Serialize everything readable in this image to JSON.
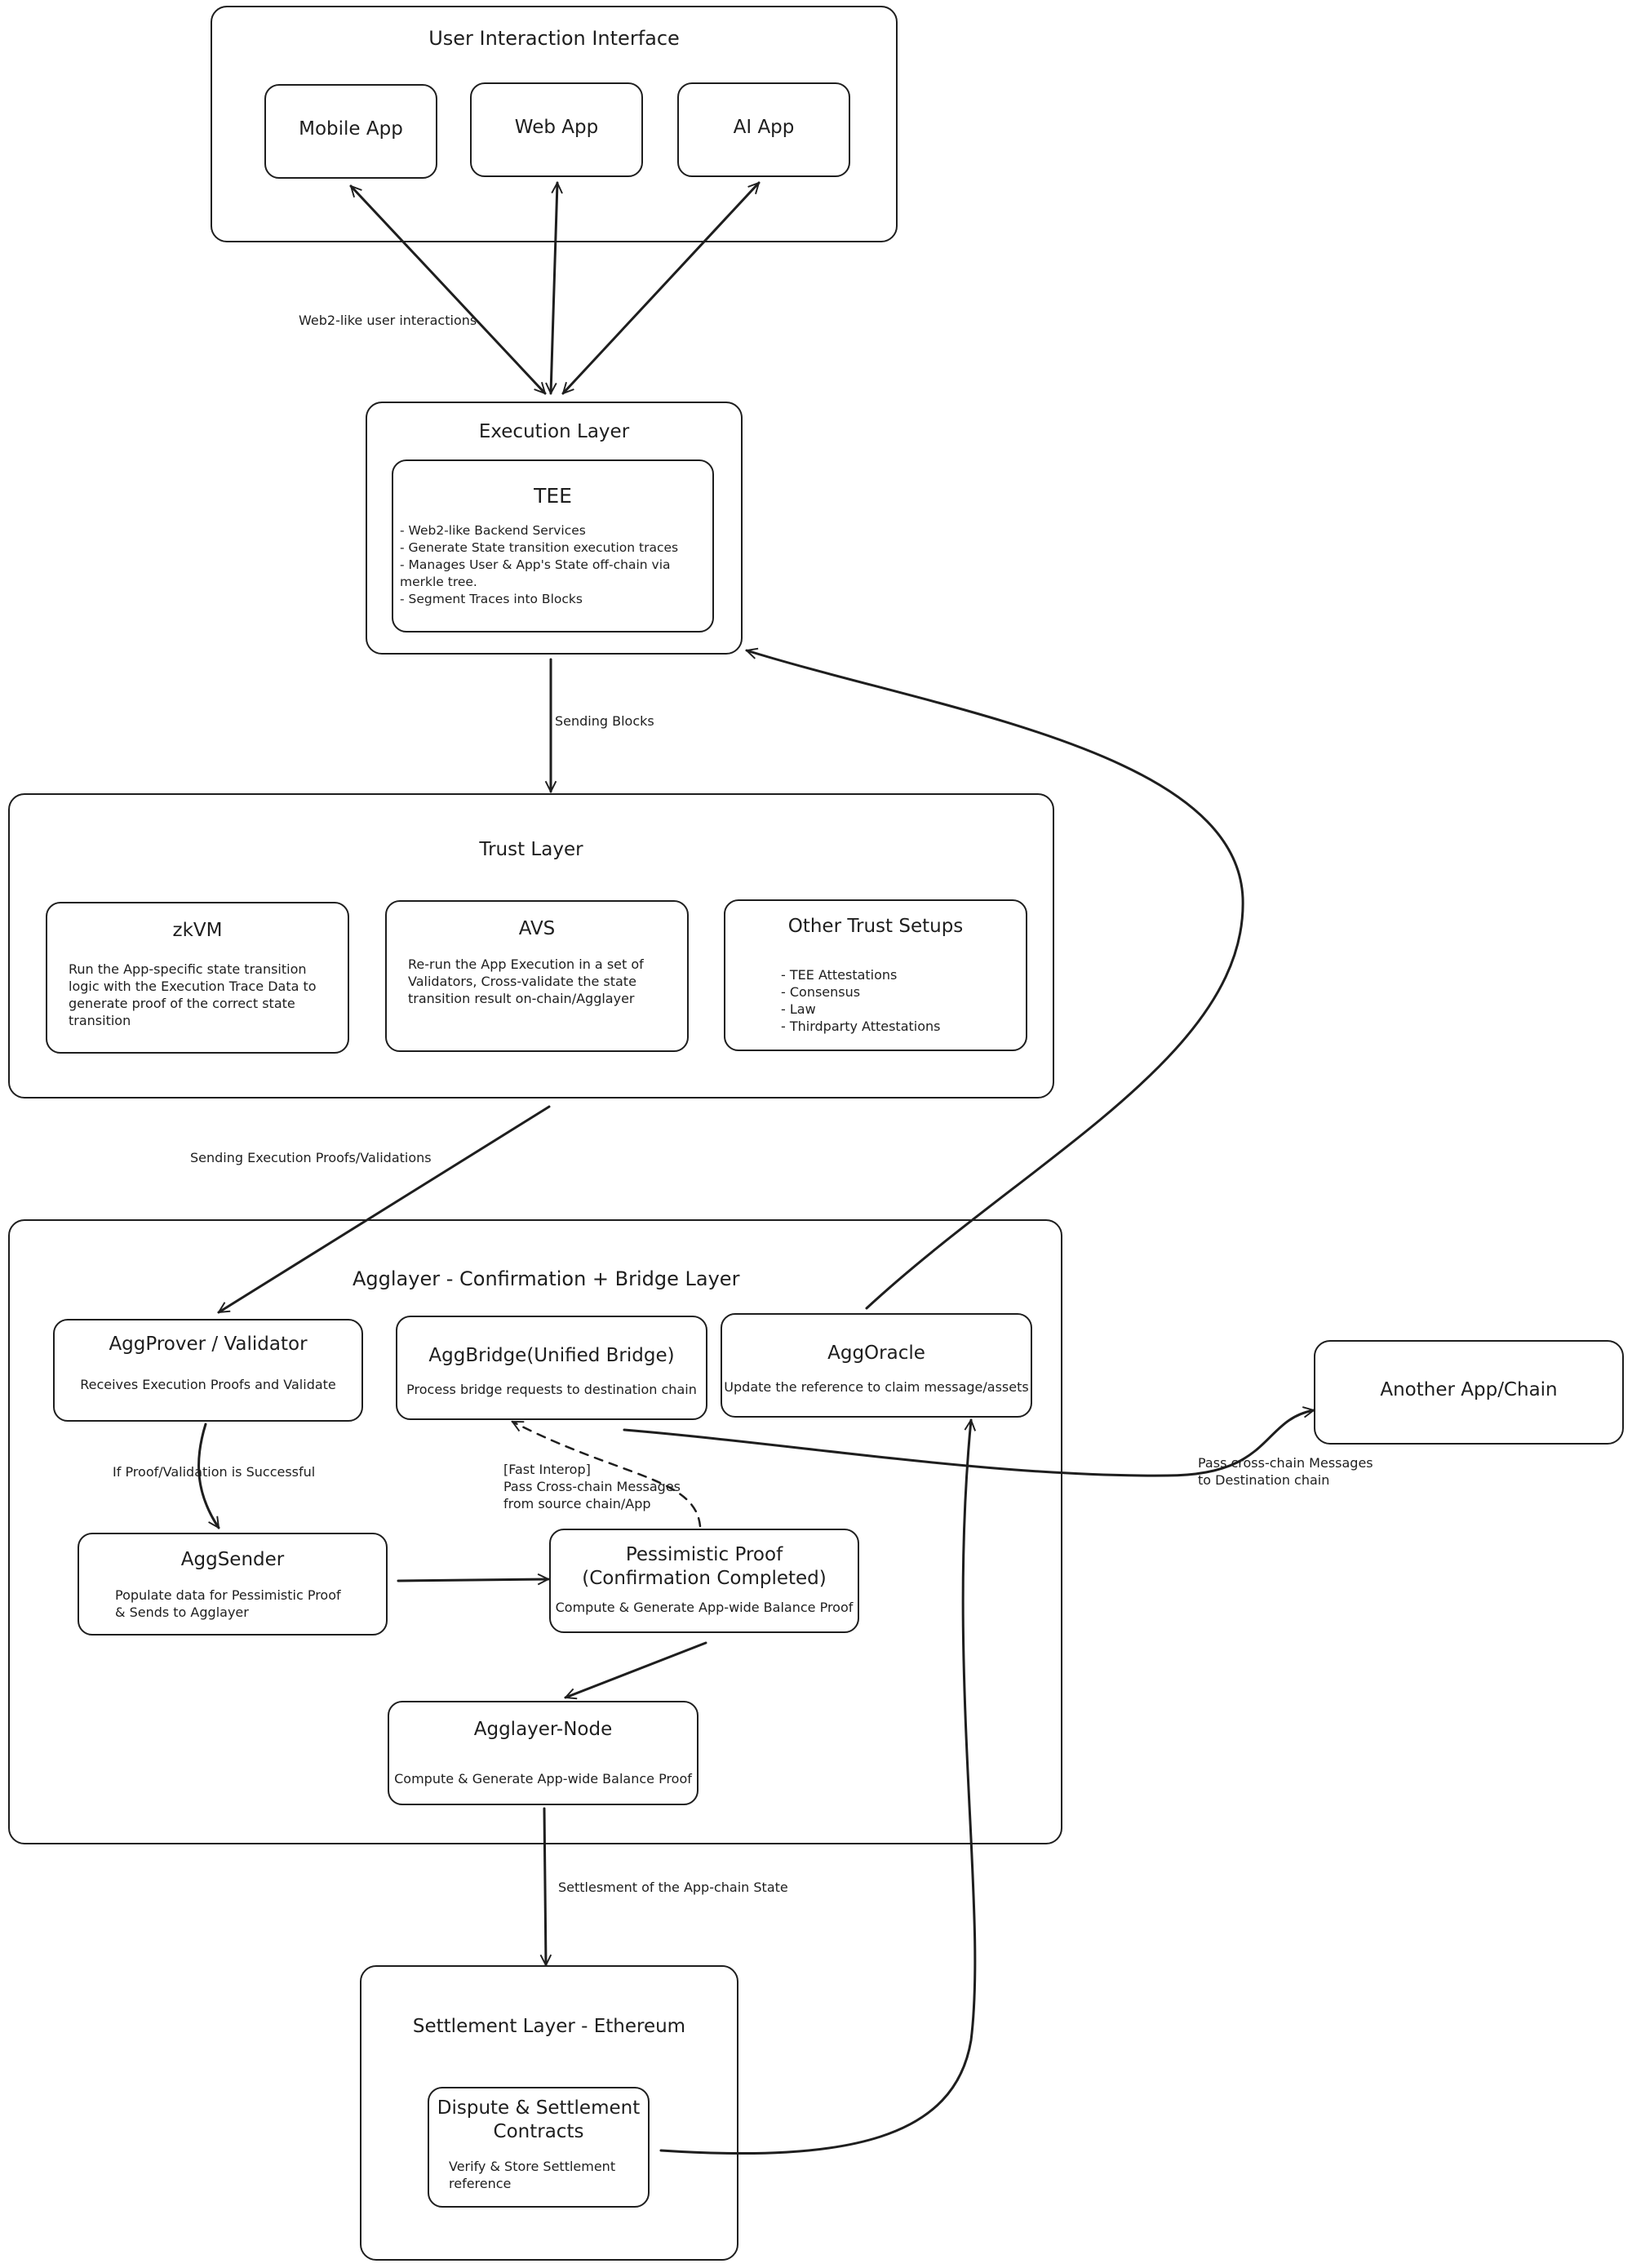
{
  "user_layer": {
    "title": "User Interaction Interface",
    "apps": [
      "Mobile App",
      "Web App",
      "AI App"
    ]
  },
  "execution_layer": {
    "title": "Execution Layer",
    "tee": {
      "title": "TEE",
      "desc": "- Web2-like Backend Services\n- Generate State transition execution traces\n- Manages User & App's State off-chain via merkle tree.\n- Segment Traces into Blocks"
    }
  },
  "trust_layer": {
    "title": "Trust Layer",
    "zkvm": {
      "title": "zkVM",
      "desc": "Run the App-specific state transition logic with the Execution Trace Data to generate proof of the correct state transition"
    },
    "avs": {
      "title": "AVS",
      "desc": "Re-run the App Execution in a set of Validators, Cross-validate the state transition result on-chain/Agglayer"
    },
    "other": {
      "title": "Other Trust Setups",
      "desc": "- TEE Attestations\n- Consensus\n- Law\n- Thirdparty Attestations"
    }
  },
  "agglayer": {
    "title": "Agglayer - Confirmation + Bridge Layer",
    "prover": {
      "title": "AggProver / Validator",
      "desc": "Receives Execution Proofs and Validate"
    },
    "bridge": {
      "title": "AggBridge(Unified Bridge)",
      "desc": "Process bridge requests to destination chain"
    },
    "oracle": {
      "title": "AggOracle",
      "desc": "Update the reference to claim message/assets"
    },
    "sender": {
      "title": "AggSender",
      "desc": "Populate data for Pessimistic Proof\n& Sends to Agglayer"
    },
    "pessimistic": {
      "title": "Pessimistic Proof\n(Confirmation Completed)",
      "desc": "Compute & Generate App-wide Balance Proof"
    },
    "node": {
      "title": "Agglayer-Node",
      "desc": "Compute & Generate App-wide Balance Proof"
    }
  },
  "another_chain": {
    "title": "Another App/Chain"
  },
  "settlement_layer": {
    "title": "Settlement Layer - Ethereum",
    "contracts": {
      "title": "Dispute & Settlement\nContracts",
      "desc": "Verify & Store Settlement\nreference"
    }
  },
  "edge_labels": {
    "web2": "Web2-like user interactions",
    "sending_blocks": "Sending Blocks",
    "sending_proofs": "Sending Execution Proofs/Validations",
    "if_success": "If Proof/Validation is Successful",
    "fast_interop": "[Fast Interop]\nPass Cross-chain Messages\nfrom source chain/App",
    "pass_cross": "Pass cross-chain Messages\nto Destination chain",
    "settlement": "Settlesment of the App-chain State"
  }
}
